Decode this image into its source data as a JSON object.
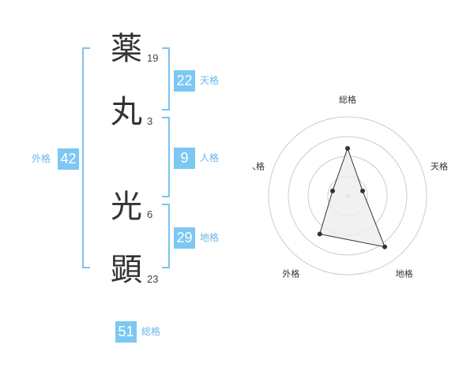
{
  "name_chars": [
    {
      "char": "薬",
      "strokes": "19"
    },
    {
      "char": "丸",
      "strokes": "3"
    },
    {
      "char": "光",
      "strokes": "6"
    },
    {
      "char": "顕",
      "strokes": "23"
    }
  ],
  "fortunes": {
    "tenkaku": {
      "value": "22",
      "label": "天格"
    },
    "jinkaku": {
      "value": "9",
      "label": "人格"
    },
    "chikaku": {
      "value": "29",
      "label": "地格"
    },
    "gaikaku": {
      "value": "42",
      "label": "外格"
    },
    "soukaku": {
      "value": "51",
      "label": "総格"
    }
  },
  "radar": {
    "axes": [
      "総格",
      "天格",
      "地格",
      "外格",
      "人格"
    ],
    "levels": 4,
    "scores": [
      3,
      1,
      4,
      3,
      1
    ],
    "max": 5,
    "colors": {
      "fill": "#eeeeee",
      "line": "#333333",
      "grid": "#cccccc",
      "point": "#333333"
    }
  }
}
